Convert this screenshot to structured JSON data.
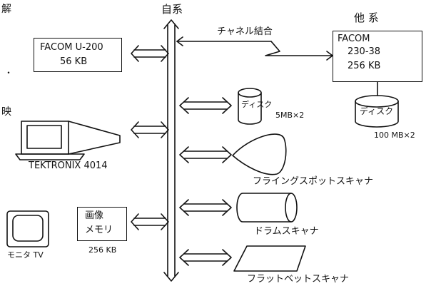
{
  "bus": {
    "label": "自系"
  },
  "other_system": {
    "label": "他 系",
    "link_label": "チャネル結合",
    "computer": {
      "line1": "FACOM",
      "line2": "230-38",
      "line3": "256 KB"
    },
    "disk": {
      "label": "ディスク",
      "capacity": "100 MB×2"
    }
  },
  "left_margin_glyphs": [
    "解",
    "・",
    "映"
  ],
  "facom_u200": {
    "line1": "FACOM U-200",
    "line2": "56 KB"
  },
  "tektronix": {
    "label": "TEKTRONIX 4014"
  },
  "monitor": {
    "label": "モニタ TV"
  },
  "image_memory": {
    "line1": "画像",
    "line2": "メモリ",
    "capacity": "256 KB"
  },
  "devices": {
    "disk": {
      "label": "ディスク",
      "capacity": "5MB×2"
    },
    "flying_spot": {
      "label": "フライングスポットスキャナ"
    },
    "drum": {
      "label": "ドラムスキャナ"
    },
    "flatbed": {
      "label": "フラットベットスキャナ"
    }
  }
}
